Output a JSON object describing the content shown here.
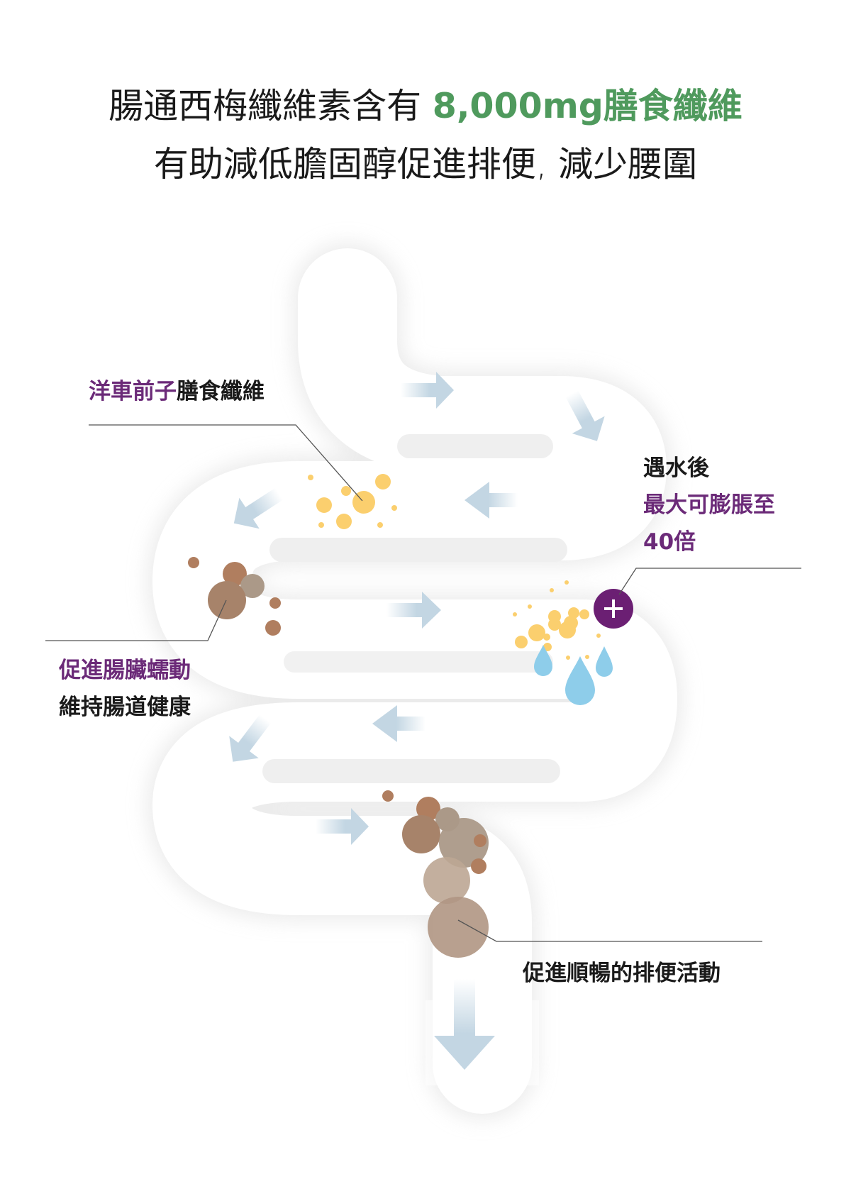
{
  "header": {
    "line1_prefix": "腸通西梅纖維素含有 ",
    "line1_highlight": "8,000mg膳食纖維",
    "line2": "有助減低膽固醇促進排便, 減少腰圍"
  },
  "labels": {
    "psyllium": {
      "purple": "洋車前子",
      "dark": "膳食纖維"
    },
    "water": {
      "line1": "遇水後",
      "line2": "最大可膨脹至",
      "line3": "40倍"
    },
    "peristalsis": {
      "line1": "促進腸臟蠕動",
      "line2": "維持腸道健康"
    },
    "defecation": {
      "line1": "促進順暢的排便活動"
    }
  },
  "badge": {
    "symbol": "+"
  },
  "icons": {
    "flow_arrows": "arrow-icon",
    "fiber_particles": "fiber-dot-icon",
    "water_drops": "water-drop-icon",
    "stool_particles": "stool-circle-icon",
    "expand_badge": "plus-icon"
  },
  "colors": {
    "highlight_green": "#4f9a5d",
    "accent_purple": "#6b2a78",
    "fiber_yellow": "#fbcf6e",
    "water_blue": "#8ecdea",
    "arrow_blue": "#c3d6e3",
    "stool_brown": "#a7836a",
    "stool_dark": "#b07e5f",
    "stool_gray": "#ab9988",
    "stool_light": "#bca693"
  }
}
